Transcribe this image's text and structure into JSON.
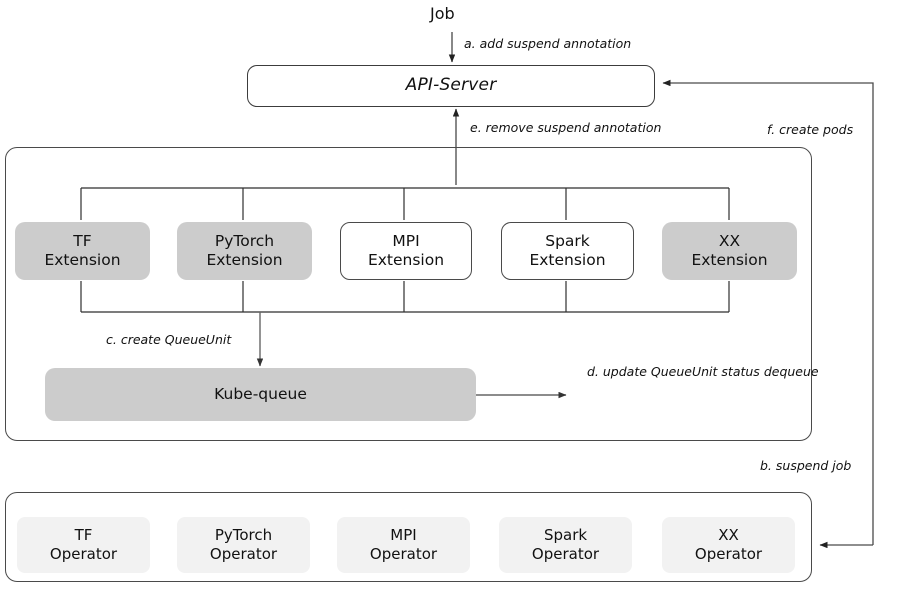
{
  "diagram": {
    "title": "Kube-queue job suspend/dequeue flow",
    "colors": {
      "node_gray": "#cccccc",
      "node_light": "#f2f2f2",
      "line": "#3c3c3c",
      "text": "#111111",
      "background": "#ffffff"
    },
    "source_label": "Job",
    "api_server": {
      "label": "API-Server"
    },
    "extension_group": {
      "items": [
        {
          "line1": "TF",
          "line2": "Extension",
          "fill": "gray"
        },
        {
          "line1": "PyTorch",
          "line2": "Extension",
          "fill": "gray"
        },
        {
          "line1": "MPI",
          "line2": "Extension",
          "fill": "white"
        },
        {
          "line1": "Spark",
          "line2": "Extension",
          "fill": "white"
        },
        {
          "line1": "XX",
          "line2": "Extension",
          "fill": "gray"
        }
      ]
    },
    "queue": {
      "label": "Kube-queue"
    },
    "operator_group": {
      "items": [
        {
          "line1": "TF",
          "line2": "Operator"
        },
        {
          "line1": "PyTorch",
          "line2": "Operator"
        },
        {
          "line1": "MPI",
          "line2": "Operator"
        },
        {
          "line1": "Spark",
          "line2": "Operator"
        },
        {
          "line1": "XX",
          "line2": "Operator"
        }
      ]
    },
    "steps": {
      "a": "a. add suspend annotation",
      "b": "b. suspend job",
      "c": "c. create QueueUnit",
      "d_line1": "d. update",
      "d_line2": "QueueUnit status",
      "d_line3": "dequeue",
      "e": "e. remove suspend annotation",
      "f": "f. create pods"
    }
  }
}
